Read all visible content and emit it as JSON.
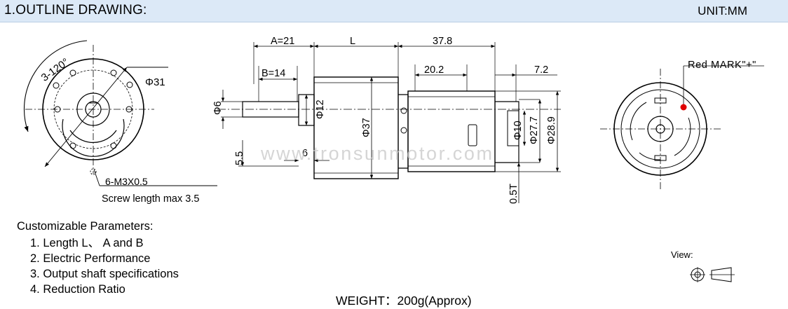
{
  "header": {
    "title": "1.OUTLINE DRAWING:",
    "unit": "UNIT:MM"
  },
  "front_view": {
    "angle_label": "3-120°",
    "diameter_label": "Φ31",
    "screw_spec": "6-M3X0.5",
    "screw_length": "Screw length max 3.5"
  },
  "side_view": {
    "dim_a": "A=21",
    "dim_l": "L",
    "dim_motor": "37.8",
    "dim_b": "B=14",
    "dim_20_2": "20.2",
    "dim_7_2": "7.2",
    "dim_shaft": "Φ6",
    "dim_boss": "Φ12",
    "dim_gearbox": "Φ37",
    "dim_27_7": "Φ27.7",
    "dim_28_9": "Φ28.9",
    "dim_10": "Φ10",
    "dim_5_5": "5.5",
    "dim_6": "6",
    "dim_terminal": "0.5T"
  },
  "rear_view": {
    "mark_label": "Red MARK\"+\""
  },
  "watermark": "www.tronsunmotor.com",
  "params": {
    "heading": "Customizable Parameters:",
    "items": [
      "1. Length  L、 A and B",
      "2. Electric Performance",
      "3. Output shaft specifications",
      "4. Reduction Ratio"
    ]
  },
  "weight": "WEIGHT：200g(Approx)",
  "view_label": "View:",
  "colors": {
    "header_bg": "#dce9f7",
    "mark": "#e00000",
    "line": "#000000",
    "watermark": "#c8c8c8"
  }
}
